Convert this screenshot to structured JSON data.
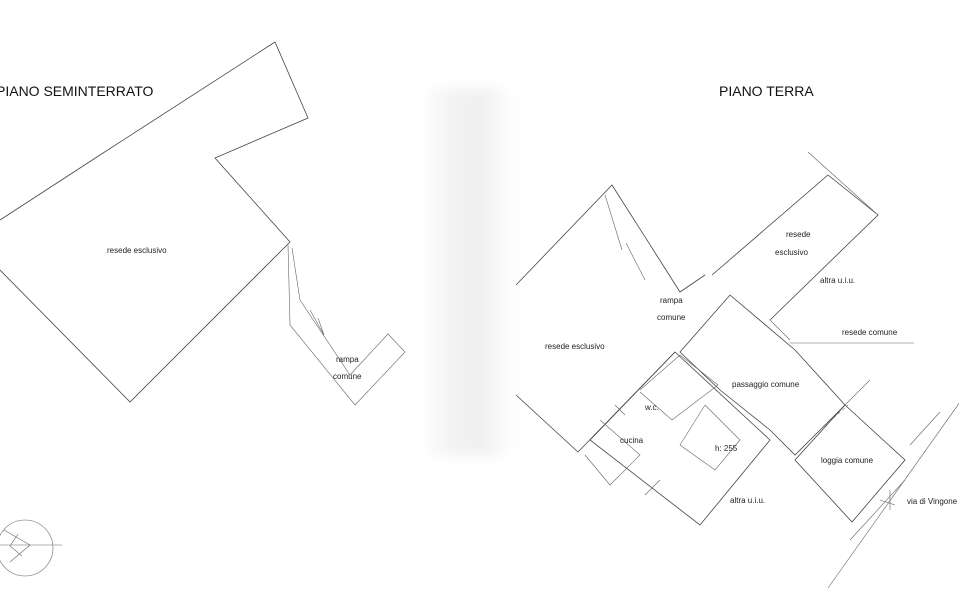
{
  "titles": {
    "left": "PIANO SEMINTERRATO",
    "right": "PIANO TERRA"
  },
  "labels": {
    "resede_esclusivo_left": "resede esclusivo",
    "rampa_left": "rampa",
    "comune_left": "comune",
    "resede_right_top": "resede",
    "esclusivo_right_top": "esclusivo",
    "altra_uiu_top": "altra u.i.u.",
    "rampa_right": "rampa",
    "comune_right": "comune",
    "resede_comune": "resede comune",
    "resede_esclusivo_right": "resede esclusivo",
    "passaggio_comune": "passaggio comune",
    "wc": "w.c.",
    "cucina": "cucina",
    "height": "h: 255",
    "loggia_comune": "loggia comune",
    "altra_uiu_bottom": "altra u.i.u.",
    "via": "via di Vingone"
  },
  "icons": [
    "north-arrow-icon"
  ]
}
